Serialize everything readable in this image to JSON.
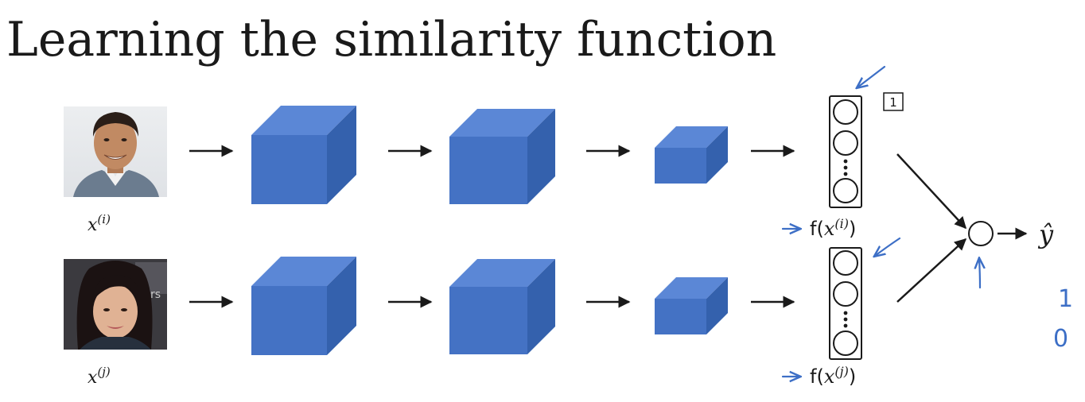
{
  "title": "Learning the similarity function",
  "inputs": [
    {
      "var": "x",
      "sup": "(i)"
    },
    {
      "var": "x",
      "sup": "(j)"
    }
  ],
  "encodings": [
    {
      "func": "f(",
      "var": "x",
      "sup": "(i)",
      "close": ")"
    },
    {
      "func": "f(",
      "var": "x",
      "sup": "(j)",
      "close": ")"
    }
  ],
  "output": {
    "label": "ŷ",
    "values": [
      "1",
      "0"
    ]
  },
  "footnote_box": "1",
  "colors": {
    "cube_front": "#4472c4",
    "cube_top": "#5b87d6",
    "cube_side": "#3461ad",
    "ink": "#1a1a1a",
    "pen": "#3d6fc6"
  },
  "icons": {
    "person_1": "man-face-photo",
    "person_2": "woman-face-photo"
  }
}
